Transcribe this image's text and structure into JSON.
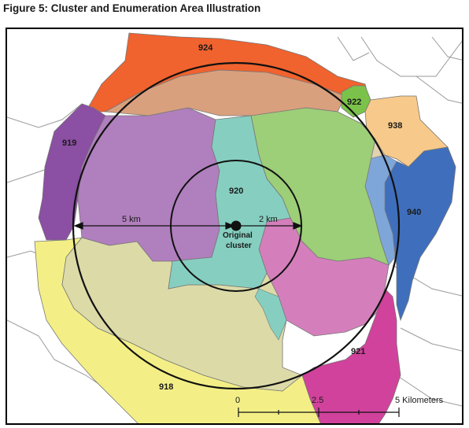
{
  "figure": {
    "title": "Figure 5: Cluster and Enumeration Area Illustration"
  },
  "map": {
    "areas": [
      {
        "id": "924",
        "color": "#f0622e"
      },
      {
        "id": "922",
        "color": "#7bc24a"
      },
      {
        "id": "938",
        "color": "#f7c98a"
      },
      {
        "id": "919",
        "color": "#8b4fa3"
      },
      {
        "id": "920",
        "color": "#86cfc0"
      },
      {
        "id": "940",
        "color": "#3f6fbc"
      },
      {
        "id": "921",
        "color": "#d1429c"
      },
      {
        "id": "918",
        "color": "#f3ef86"
      }
    ],
    "subarea_colors": {
      "salmon": "#d9a07e",
      "purple_light": "#b07fbd",
      "green_light": "#9dce78",
      "tan": "#dcdba8",
      "pink": "#d47fbc",
      "blue_light": "#7fa6d9",
      "beige": "#e3d2b2"
    },
    "buffers": {
      "outer_label": "5 km",
      "inner_label": "2 km"
    },
    "cluster": {
      "label_line1": "Original",
      "label_line2": "cluster"
    },
    "scale_bar": {
      "ticks": [
        "0",
        "2.5",
        "5 Kilometers"
      ]
    }
  }
}
